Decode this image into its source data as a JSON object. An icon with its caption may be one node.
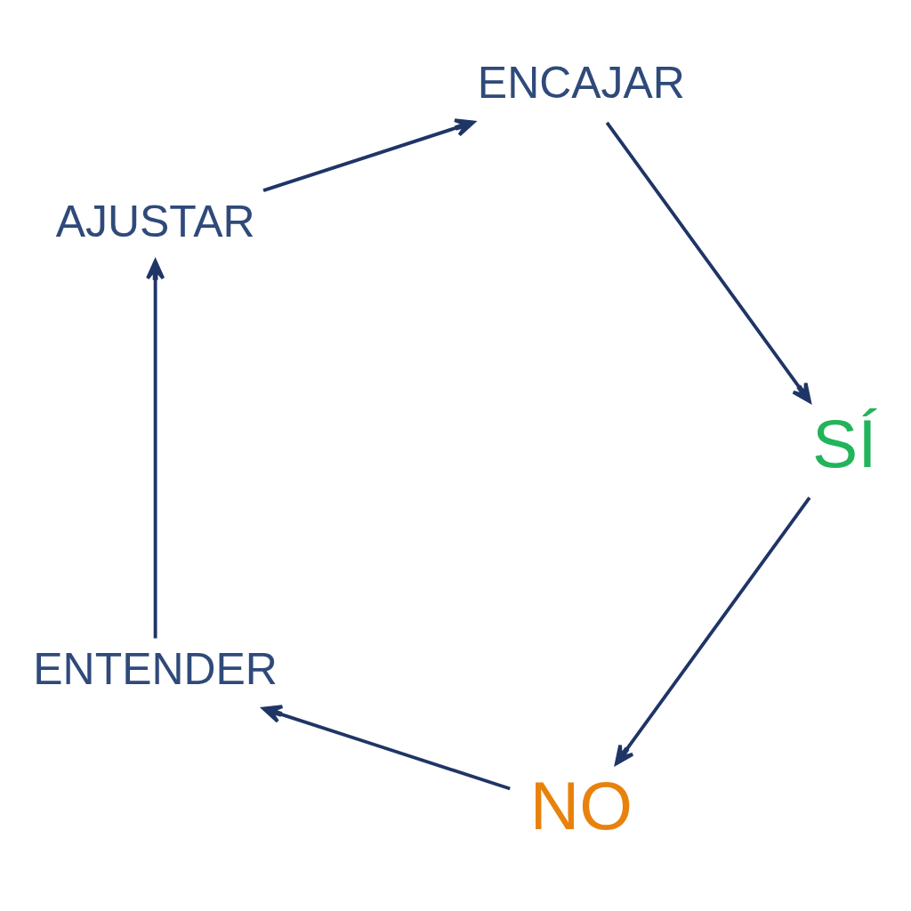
{
  "diagram": {
    "nodes": [
      {
        "text": [
          "NO"
        ]
      },
      {
        "text": [
          "ENTENDER"
        ]
      },
      {
        "text": [
          "AJUSTAR"
        ]
      },
      {
        "text": [
          "ENCAJAR"
        ]
      },
      {
        "text": [
          "SÍ"
        ]
      }
    ],
    "edges": [
      {
        "from": 0,
        "to": 1,
        "arrow": "to"
      },
      {
        "from": 1,
        "to": 2,
        "arrow": "to"
      },
      {
        "from": 2,
        "to": 3,
        "arrow": "to"
      },
      {
        "from": 3,
        "to": 4,
        "arrow": "to"
      },
      {
        "from": 4,
        "to": 0,
        "arrow": "to"
      }
    ]
  }
}
